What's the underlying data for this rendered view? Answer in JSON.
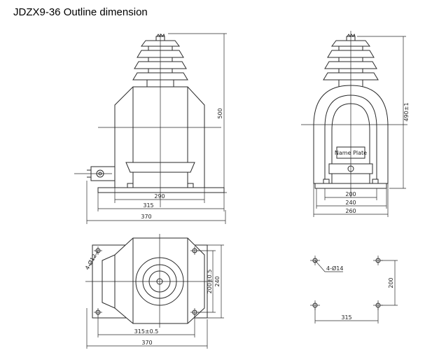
{
  "title": "JDZX9-36 Outline dimension",
  "front_view": {
    "dim_width_inner": "290",
    "dim_width_mid": "315",
    "dim_width_outer": "370",
    "dim_height": "500"
  },
  "side_view": {
    "nameplate_label": "Name Plate",
    "dim_width_inner": "200",
    "dim_width_mid": "240",
    "dim_width_outer": "260",
    "dim_height": "490±1"
  },
  "top_view": {
    "hole_label": "4-Ø12",
    "dim_height_inner": "200±0.5",
    "dim_height_outer": "240",
    "dim_width_inner": "315±0.5",
    "dim_width_outer": "370"
  },
  "mount_view": {
    "hole_label": "4-Ø14",
    "dim_height": "200",
    "dim_width": "315"
  }
}
